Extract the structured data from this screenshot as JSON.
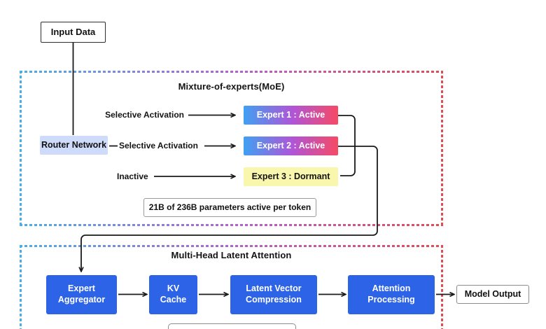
{
  "diagram": {
    "nodes": {
      "input_data": "Input Data",
      "router_network": "Router Network",
      "expert_1": "Expert 1 : Active",
      "expert_2": "Expert 2 : Active",
      "expert_3": "Expert 3 : Dormant",
      "param_note": "21B of 236B parameters active per token",
      "expert_aggregator": "Expert Aggregator",
      "kv_cache": "KV Cache",
      "latent_vector_compression": "Latent Vector Compression",
      "attention_processing": "Attention Processing",
      "model_output": "Model Output"
    },
    "groups": {
      "moe_title": "Mixture-of-experts(MoE)",
      "mla_title": "Multi-Head Latent Attention"
    },
    "edge_labels": {
      "selective_activation_1": "Selective Activation",
      "selective_activation_2": "Selective Activation",
      "inactive": "Inactive"
    }
  },
  "colors": {
    "node_blue": "#2c63e7",
    "router_lavender": "#cfdbfa",
    "expert_gradient_start": "#40a0f2",
    "expert_gradient_mid": "#b055d6",
    "expert_gradient_end": "#f64a64",
    "dormant_yellow": "#f9f6ad",
    "dash_blue": "#49aee8",
    "dash_purple": "#b560cd",
    "dash_red": "#e14b55",
    "wire_black": "#1a1a1a"
  }
}
